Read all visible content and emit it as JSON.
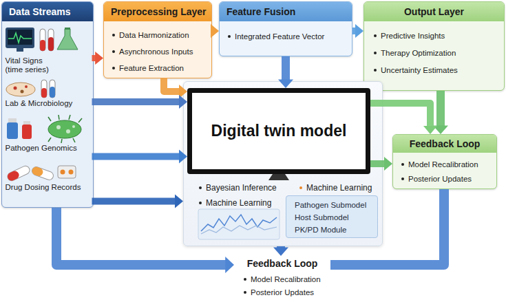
{
  "diagram": {
    "nodes": [
      {
        "text": [
          "Data Streams"
        ]
      },
      {
        "text": [
          "Vital Signs (time series)"
        ],
        "in": 0
      },
      {
        "text": [
          "Lab & Microbiology"
        ],
        "in": 0
      },
      {
        "text": [
          "Pathogen Genomics"
        ],
        "in": 0
      },
      {
        "text": [
          "Drug Dosing Records"
        ],
        "in": 0
      },
      {
        "text": [
          "Preprocessing Layer",
          "Data Harmonization",
          "Asynchronous Inputs",
          "Feature Extraction"
        ]
      },
      {
        "text": [
          "Feature Fusion",
          "Integrated Feature Vector"
        ]
      },
      {
        "text": [
          "Output Layer",
          "Predictive Insights",
          "Therapy Optimization",
          "Uncertainty Estimates"
        ]
      },
      {
        "text": [
          "Bayesian Inference",
          "Machine Learning",
          "Machine Learning"
        ]
      },
      {
        "text": [
          "Digital twin model"
        ],
        "in": 8
      },
      {
        "text": [
          "Pathogen Submodel",
          "Host Submodel",
          "PK/PD Module"
        ],
        "in": 8
      },
      {
        "text": [
          "Feedback Loop",
          "Model Recalibration",
          "Posterior Updates"
        ]
      },
      {
        "text": [
          "Feedback Loop",
          "Model Recalibration",
          "Posterior Updates"
        ]
      }
    ],
    "edges": [
      {
        "from": 1,
        "to": 5,
        "arrow": "to"
      },
      {
        "from": 5,
        "to": 6,
        "arrow": "to"
      },
      {
        "from": 6,
        "to": 7,
        "arrow": "to"
      },
      {
        "from": 5,
        "to": 9,
        "arrow": "to"
      },
      {
        "from": 6,
        "to": 9,
        "arrow": "to"
      },
      {
        "from": 2,
        "to": 9,
        "arrow": "to"
      },
      {
        "from": 3,
        "to": 9,
        "arrow": "to"
      },
      {
        "from": 4,
        "to": 8,
        "arrow": "to"
      },
      {
        "from": 7,
        "to": 11,
        "arrow": "to"
      },
      {
        "from": 9,
        "to": 11,
        "arrow": "to"
      },
      {
        "from": 9,
        "to": 11,
        "arrow": "to"
      },
      {
        "from": 8,
        "to": 12,
        "arrow": "to"
      },
      {
        "from": 0,
        "to": 12,
        "arrow": "to"
      },
      {
        "from": 11,
        "to": 12,
        "arrow": "none"
      }
    ]
  }
}
